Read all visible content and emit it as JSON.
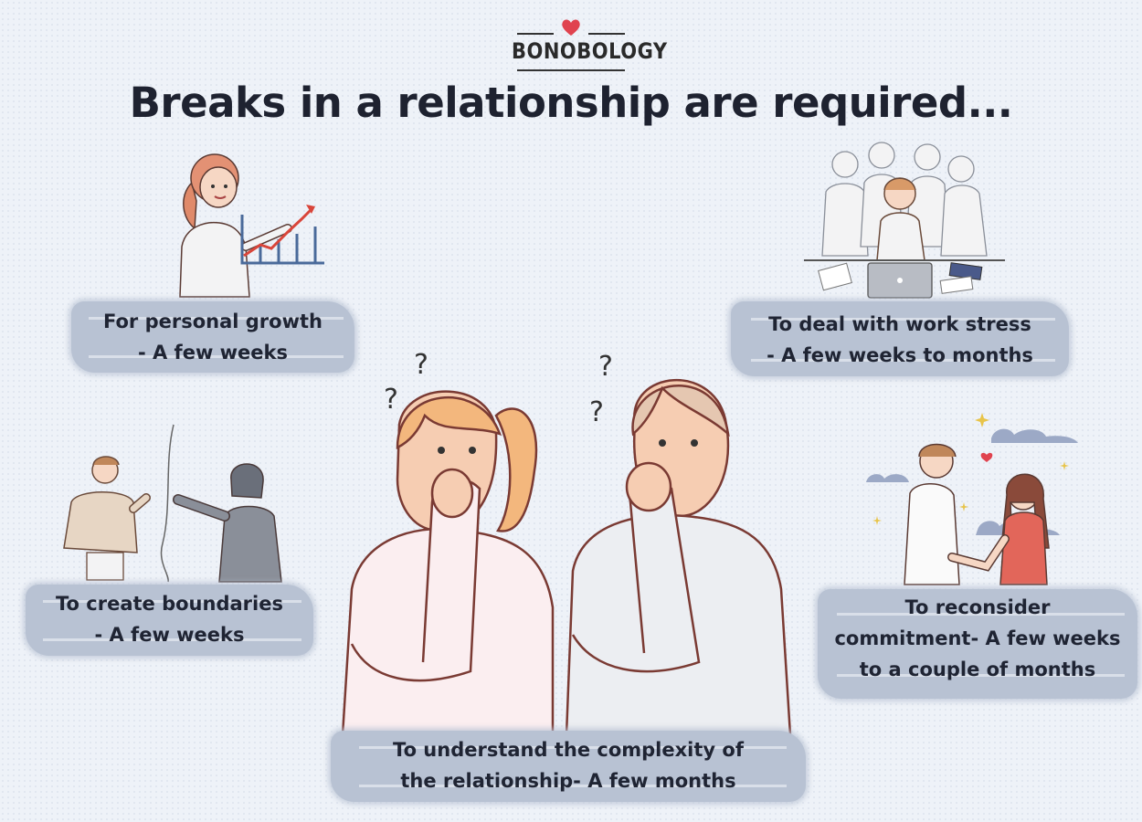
{
  "brand": {
    "name": "BONOBOLOGY",
    "heart_color": "#e0434f"
  },
  "title": "Breaks in a relationship are required...",
  "colors": {
    "background": "#eef2f8",
    "brush": "#b8c2d3",
    "text": "#1f2433"
  },
  "items": [
    {
      "line1": "For personal growth",
      "line2": "- A few weeks",
      "icon": "woman-with-growth-chart"
    },
    {
      "line1": "To deal with work stress",
      "line2": "- A few weeks to months",
      "icon": "stressed-worker-with-crowd"
    },
    {
      "line1": "To create boundaries",
      "line2": "- A few weeks",
      "icon": "couple-separated-by-wall"
    },
    {
      "line1": "To reconsider",
      "line2": "commitment- A few weeks",
      "line3": "to a couple of months",
      "icon": "couple-holding-hands"
    },
    {
      "line1": "To understand the complexity of",
      "line2": "the relationship- A few months",
      "icon": "thinking-couple"
    }
  ]
}
